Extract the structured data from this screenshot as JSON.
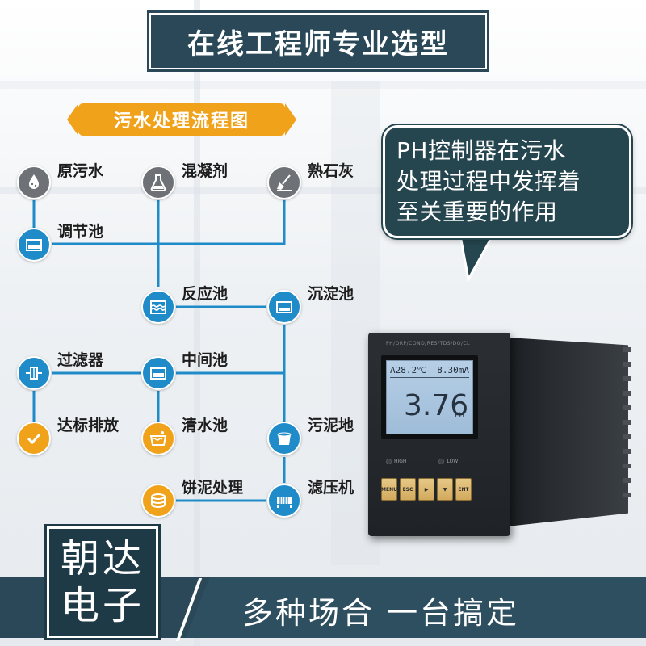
{
  "title": "在线工程师专业选型",
  "flow_chart": {
    "label": "污水处理流程图",
    "nodes": [
      {
        "id": "raw_sewage",
        "label": "原污水",
        "icon": "sewage-drop-icon",
        "color": "#6e7276"
      },
      {
        "id": "coagulant",
        "label": "混凝剂",
        "icon": "flask-icon",
        "color": "#6e7276"
      },
      {
        "id": "lime",
        "label": "熟石灰",
        "icon": "shovel-icon",
        "color": "#6e7276"
      },
      {
        "id": "regulating_tank",
        "label": "调节池",
        "icon": "tank-icon",
        "color": "#1f8bc8"
      },
      {
        "id": "reaction_tank",
        "label": "反应池",
        "icon": "waves-icon",
        "color": "#1f8bc8"
      },
      {
        "id": "sedimentation_tank",
        "label": "沉淀池",
        "icon": "tank-icon",
        "color": "#1f8bc8"
      },
      {
        "id": "filter",
        "label": "过滤器",
        "icon": "filter-icon",
        "color": "#1f8bc8"
      },
      {
        "id": "intermediate_tank",
        "label": "中间池",
        "icon": "tank-icon",
        "color": "#1f8bc8"
      },
      {
        "id": "discharge",
        "label": "达标排放",
        "icon": "checkmark-icon",
        "color": "#f0a21b"
      },
      {
        "id": "clear_water_tank",
        "label": "清水池",
        "icon": "water-basin-icon",
        "color": "#f0a21b"
      },
      {
        "id": "sludge_tank",
        "label": "污泥地",
        "icon": "sludge-bucket-icon",
        "color": "#1f8bc8"
      },
      {
        "id": "sludge_cake",
        "label": "饼泥处理",
        "icon": "cake-stack-icon",
        "color": "#f0a21b"
      },
      {
        "id": "filter_press",
        "label": "滤压机",
        "icon": "press-machine-icon",
        "color": "#1f8bc8"
      }
    ]
  },
  "bubble": {
    "lines": [
      "PH控制器在污水",
      "处理过程中发挥着",
      "至关重要的作用"
    ]
  },
  "device": {
    "model": "PH/ORP/COND/RES/TDS/DO/CL",
    "lcd_temp": "A28.2℃",
    "lcd_current": "8.30mA",
    "lcd_value": "3.76",
    "lcd_unit": "PH",
    "led_high": "HIGH",
    "led_low": "LOW",
    "keys": [
      "MENU",
      "ESC",
      "▶",
      "▼",
      "ENT"
    ]
  },
  "brand": {
    "line1": "朝达",
    "line2": "电子"
  },
  "slogan": "多种场合  一台搞定",
  "colors": {
    "primary_dark": "#2a4857",
    "accent_orange": "#f0a21b",
    "accent_blue": "#1f8bc8",
    "icon_gray": "#6e7276"
  }
}
